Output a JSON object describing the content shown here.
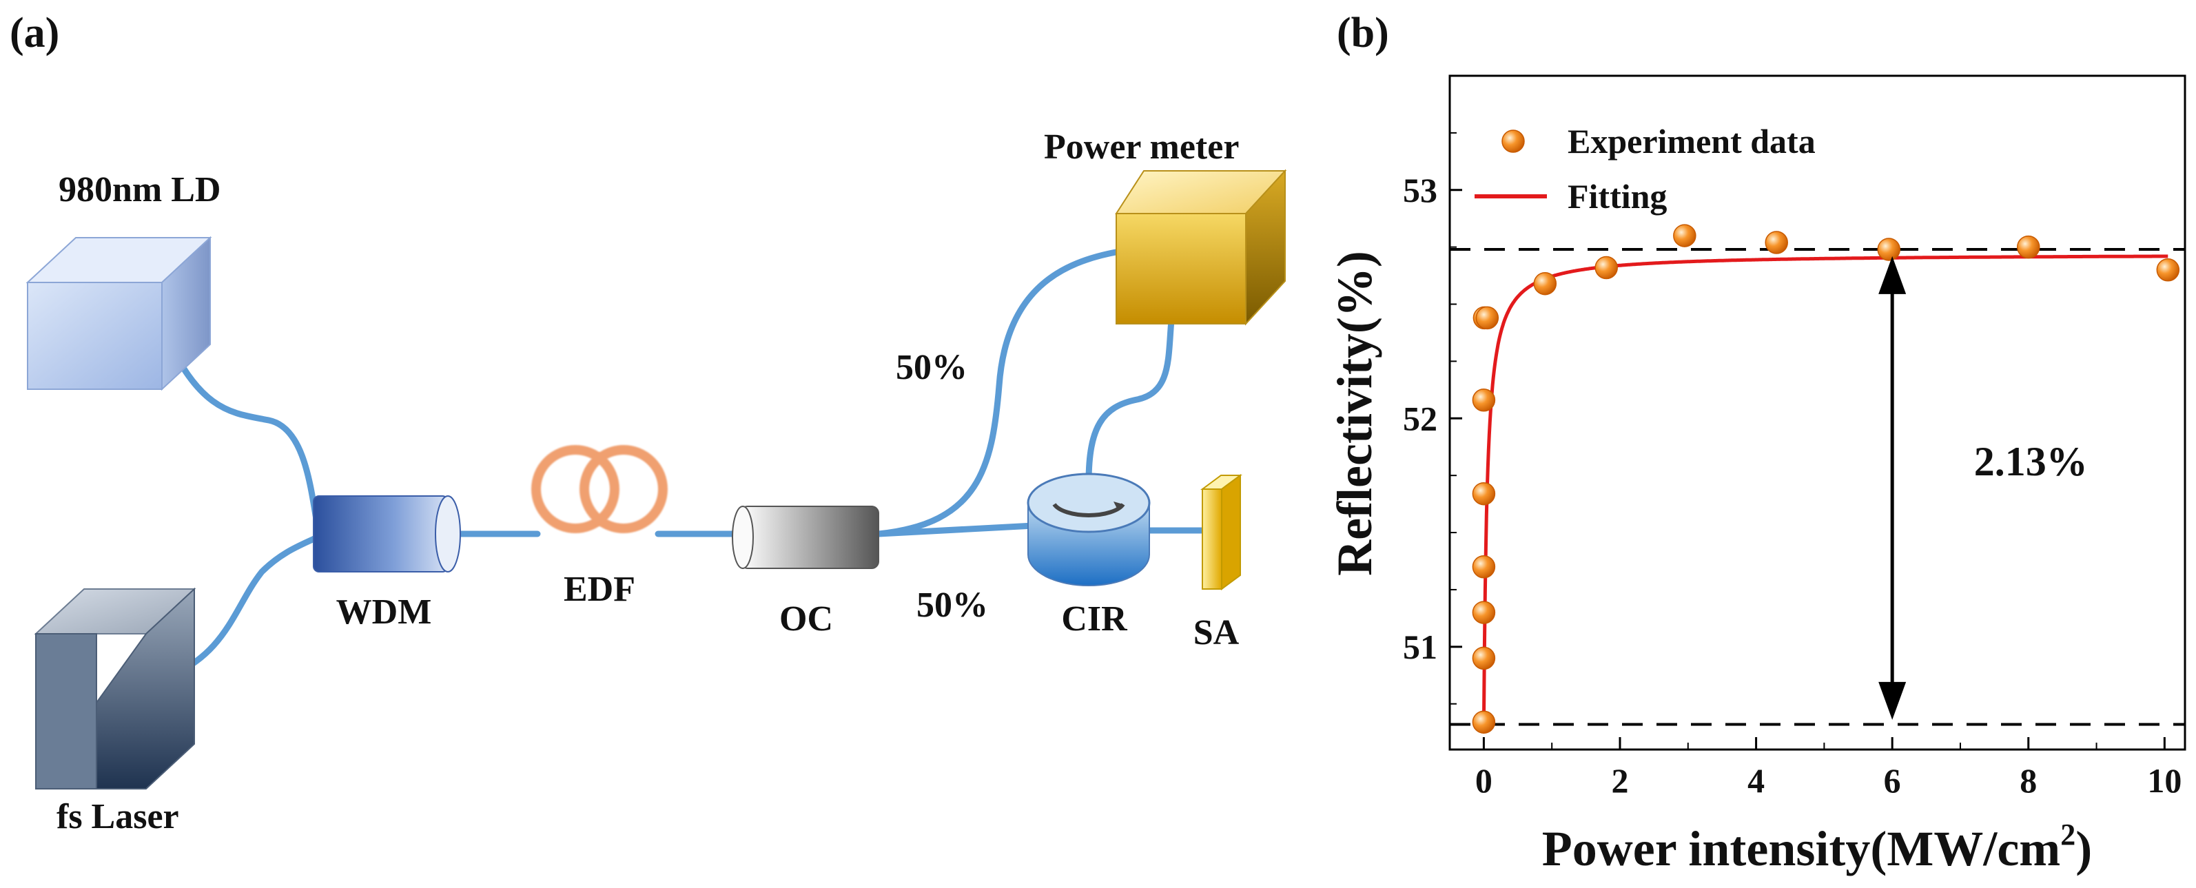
{
  "panel_a": {
    "label": "(a)",
    "components": {
      "ld_label": "980nm LD",
      "laser_label": "fs Laser",
      "wdm_label": "WDM",
      "edf_label": "EDF",
      "oc_label": "OC",
      "cir_label": "CIR",
      "sa_label": "SA",
      "pm_label": "Power meter",
      "split_top": "50%",
      "split_bottom": "50%"
    },
    "colors": {
      "fiber": "#5b9bd5",
      "ld_box": "#b9cdef",
      "laser_box": "#2f4a6e",
      "wdm": "#2e56a8",
      "edf": "#f0a070",
      "oc": "#8c8c8c",
      "cir": "#3f8fd6",
      "sa": "#f3c400",
      "power_meter": "#e8b414"
    }
  },
  "panel_b": {
    "label": "(b)",
    "annotation": "2.13%",
    "chart_data": {
      "type": "scatter",
      "xlabel": "Power intensity(MW/cm",
      "xlabel_sup": "2",
      "xlabel_close": ")",
      "ylabel": "Reflectivity(%)",
      "xlim": [
        -0.5,
        10.3
      ],
      "ylim": [
        50.55,
        53.5
      ],
      "x_ticks": [
        0,
        2,
        4,
        6,
        8,
        10
      ],
      "x_tick_labels": [
        "0",
        "2",
        "4",
        "6",
        "8",
        "10"
      ],
      "y_ticks": [
        51,
        52,
        53
      ],
      "y_tick_labels": [
        "51",
        "52",
        "53"
      ],
      "legend": {
        "placement": "top-left",
        "entries": [
          "Experiment data",
          "Fitting"
        ]
      },
      "series": [
        {
          "name": "Experiment data",
          "kind": "points",
          "color": "#f58a1f",
          "x": [
            0,
            0,
            0,
            0,
            0,
            0,
            0.01,
            0.05,
            0.9,
            1.8,
            2.95,
            4.3,
            5.95,
            8.0,
            10.05
          ],
          "y": [
            50.67,
            50.95,
            51.15,
            51.35,
            51.67,
            52.08,
            52.44,
            52.44,
            52.59,
            52.66,
            52.8,
            52.77,
            52.74,
            52.75,
            52.65
          ]
        },
        {
          "name": "Fitting",
          "kind": "line",
          "color": "#e31a1c",
          "model": {
            "r_min": 50.66,
            "r_max": 52.72,
            "tau": 0.05
          }
        }
      ],
      "reference_lines": [
        52.74,
        50.66
      ],
      "arrow": {
        "x": 6.0,
        "y_from": 52.71,
        "y_to": 50.68
      },
      "annotation_position": {
        "x": 7.2,
        "y": 51.75
      }
    }
  }
}
